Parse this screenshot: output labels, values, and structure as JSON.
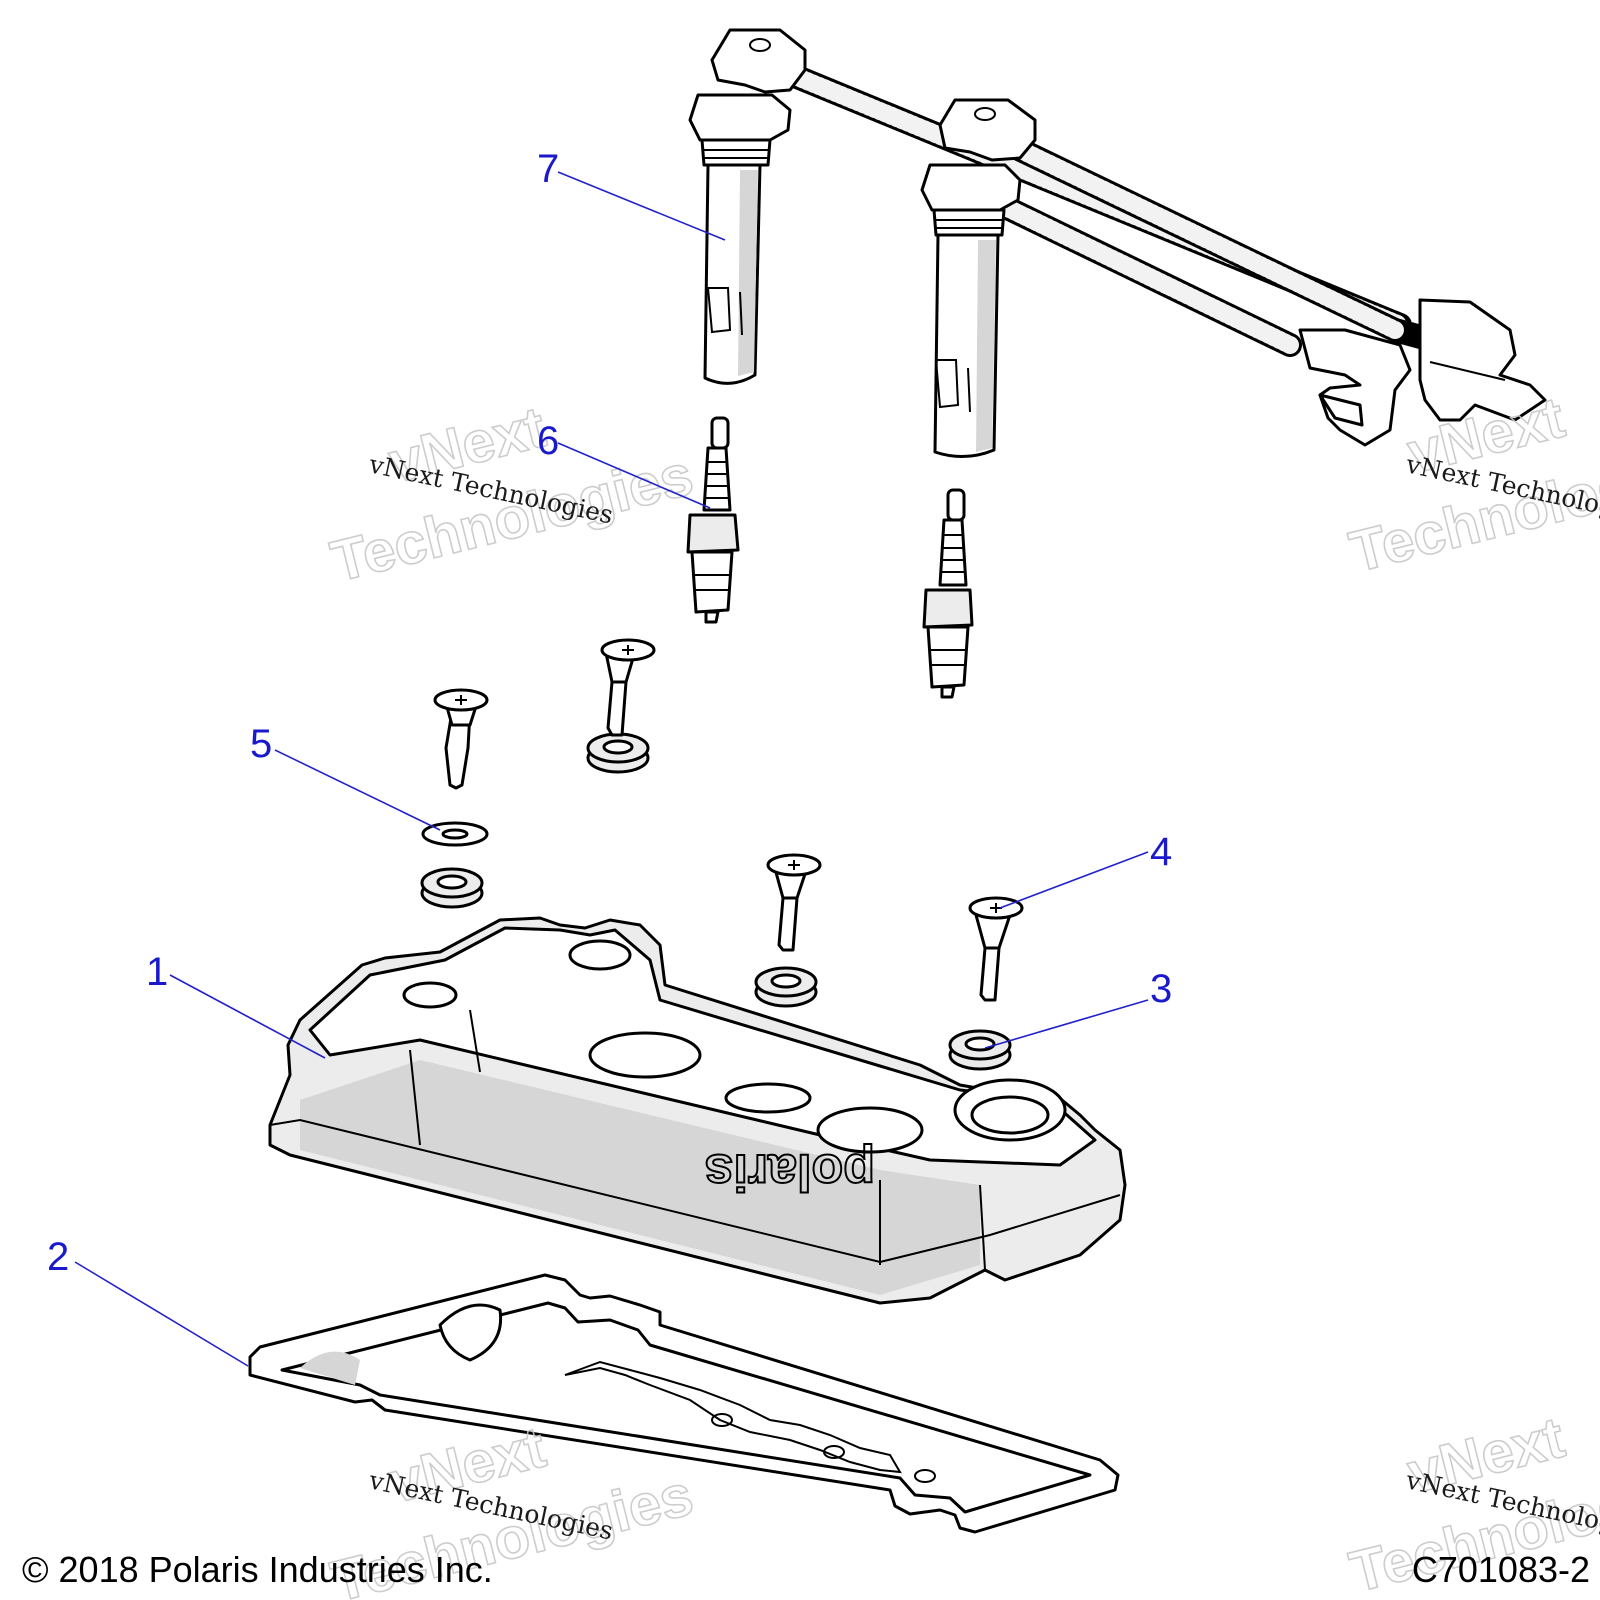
{
  "callouts": [
    "1",
    "2",
    "3",
    "4",
    "5",
    "6",
    "7"
  ],
  "watermark": {
    "line": "vNext Technologies",
    "big_top": "vNext",
    "big_bottom": "Technologies"
  },
  "cover_embossing": "polaris",
  "footer": {
    "copyright": "© 2018 Polaris Industries Inc.",
    "figure_id": "C701083-2"
  }
}
